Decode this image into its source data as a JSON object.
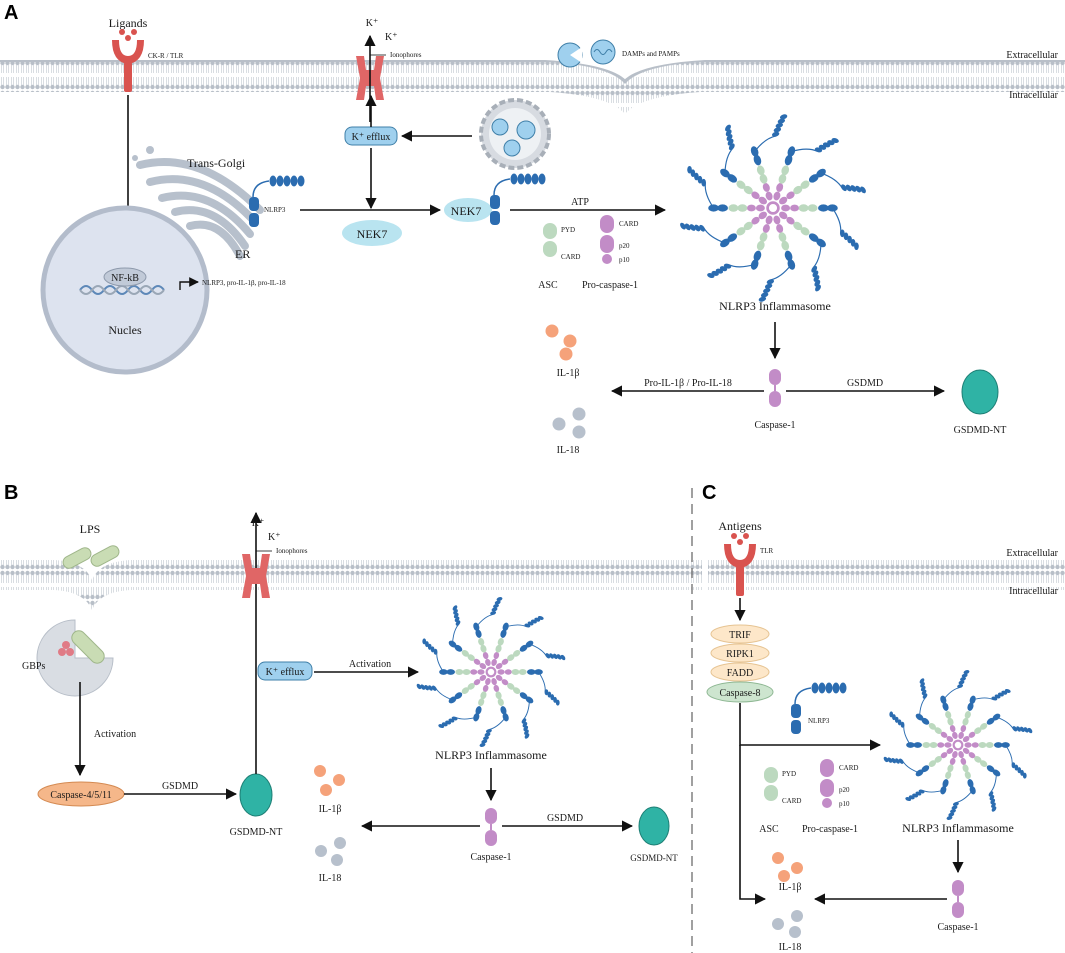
{
  "panels": {
    "a": "A",
    "b": "B",
    "c": "C"
  },
  "membrane": {
    "extracellular": "Extracellular",
    "intracellular": "Intracellular"
  },
  "panel_a": {
    "ligands": "Ligands",
    "receptor": "CK-R / TLR",
    "k1": "K⁺",
    "k2": "K⁺",
    "ionophores": "Ionophores",
    "damps": "DAMPs and PAMPs",
    "k_efflux": "K⁺ efflux",
    "trans_golgi": "Trans-Golgi",
    "nlrp3": "NLRP3",
    "er": "ER",
    "nek7_free": "NEK7",
    "nek7_bound": "NEK7",
    "atp": "ATP",
    "pyd": "PYD",
    "card_asc": "CARD",
    "card_pro": "CARD",
    "p20": "p20",
    "p10": "p10",
    "asc": "ASC",
    "pro_caspase": "Pro-caspase-1",
    "nfkb": "NF-kB",
    "genes": "NLRP3, pro-IL-1β, pro-IL-18",
    "nucles": "Nucles",
    "inflammasome": "NLRP3 Inflammasome",
    "il1b": "IL-1β",
    "il18": "IL-18",
    "pro_il": "Pro-IL-1β /  Pro-IL-18",
    "gsdmd": "GSDMD",
    "caspase1": "Caspase-1",
    "gsdmd_nt": "GSDMD-NT"
  },
  "panel_b": {
    "lps": "LPS",
    "k1": "K⁺",
    "k2": "K⁺",
    "ionophores": "Ionophores",
    "gbps": "GBPs",
    "activation1": "Activation",
    "k_efflux": "K⁺ efflux",
    "activation2": "Activation",
    "caspase_4511": "Caspase-4/5/11",
    "gsdmd1": "GSDMD",
    "gsdmd_nt1": "GSDMD-NT",
    "inflammasome": "NLRP3 Inflammasome",
    "il1b": "IL-1β",
    "il18": "IL-18",
    "gsdmd2": "GSDMD",
    "caspase1": "Caspase-1",
    "gsdmd_nt2": "GSDMD-NT"
  },
  "panel_c": {
    "antigens": "Antigens",
    "tlr": "TLR",
    "trif": "TRIF",
    "ripk1": "RIPK1",
    "fadd": "FADD",
    "caspase8": "Caspase-8",
    "nlrp3": "NLRP3",
    "pyd": "PYD",
    "card_asc": "CARD",
    "card_pro": "CARD",
    "p20": "p20",
    "p10": "p10",
    "asc": "ASC",
    "pro_caspase": "Pro-caspase-1",
    "inflammasome": "NLRP3 Inflammasome",
    "il1b": "IL-1β",
    "il18": "IL-18",
    "caspase1": "Caspase-1"
  },
  "colors": {
    "receptor": "#d9534f",
    "k_channel": "#e06666",
    "nek7": "#b9e4f0",
    "nlrp3": "#2b6cb0",
    "asc": "#bcd9bf",
    "caspase": "#c28cc7",
    "il1b": "#f5a27a",
    "il18": "#b7c0cc",
    "gsdmd_nt": "#2fb3a5",
    "caspase4511": "#f5b78a",
    "trif": "#fde7c9",
    "caspase8": "#cde5cf",
    "efflux_box": "#9fd0ee",
    "nucleus": "#dde3ef"
  }
}
